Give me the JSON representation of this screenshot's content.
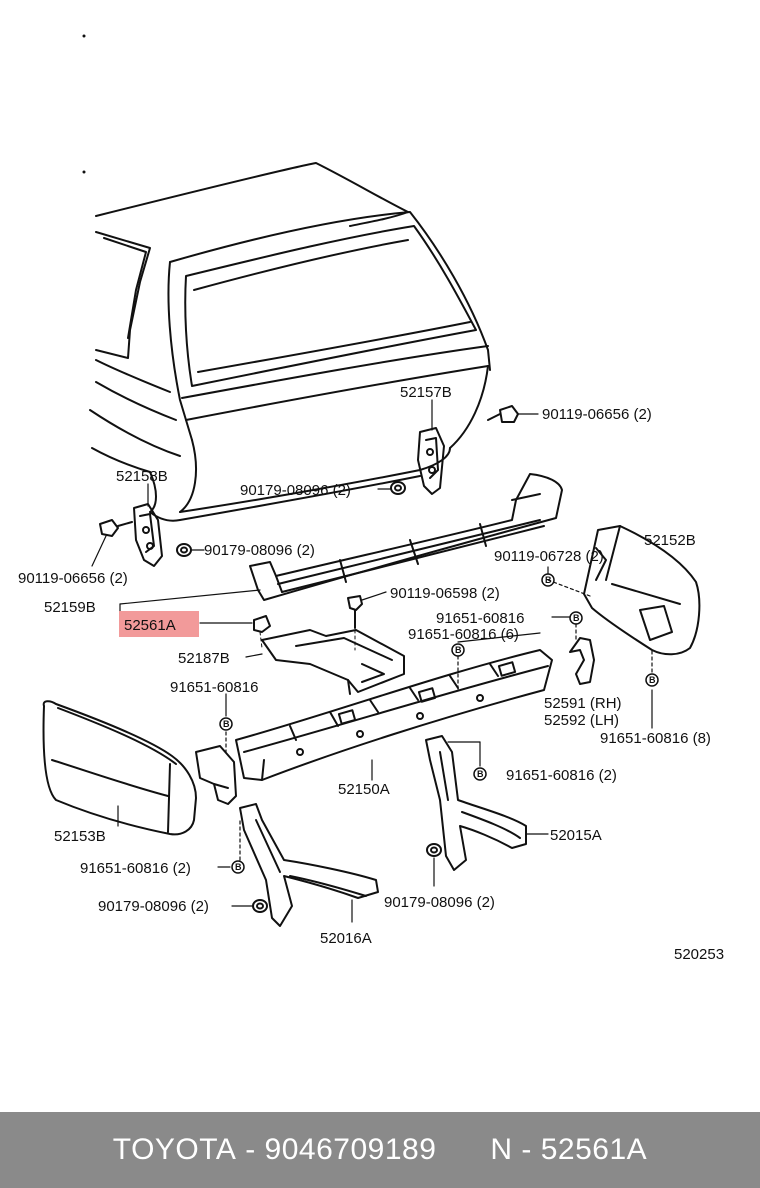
{
  "diagram_number": "520253",
  "highlight_color": "#f29a9a",
  "footer": {
    "brand": "TOYOTA",
    "separator": " - ",
    "part_number": "9046709189",
    "ref_prefix": "N",
    "ref_code": "52561A"
  },
  "callouts": {
    "c1": "52157B",
    "c2": "90119-06656 (2)",
    "c3": "52158B",
    "c4": "90179-08096 (2)",
    "c5": "90179-08096 (2)",
    "c6": "52152B",
    "c7": "90119-06728 (2)",
    "c8": "90119-06656 (2)",
    "c9": "52159B",
    "c10": "90119-06598 (2)",
    "c11": "52561A",
    "c12": "91651-60816",
    "c13": "91651-60816 (6)",
    "c14": "52187B",
    "c15": "91651-60816",
    "c16": "52591 (RH)",
    "c17": "52592 (LH)",
    "c18": "91651-60816 (8)",
    "c19": "91651-60816 (2)",
    "c20": "52150A",
    "c21": "52153B",
    "c22": "52015A",
    "c23": "91651-60816 (2)",
    "c24": "90179-08096 (2)",
    "c25": "90179-08096 (2)",
    "c26": "52016A"
  },
  "badge_letter": "B"
}
